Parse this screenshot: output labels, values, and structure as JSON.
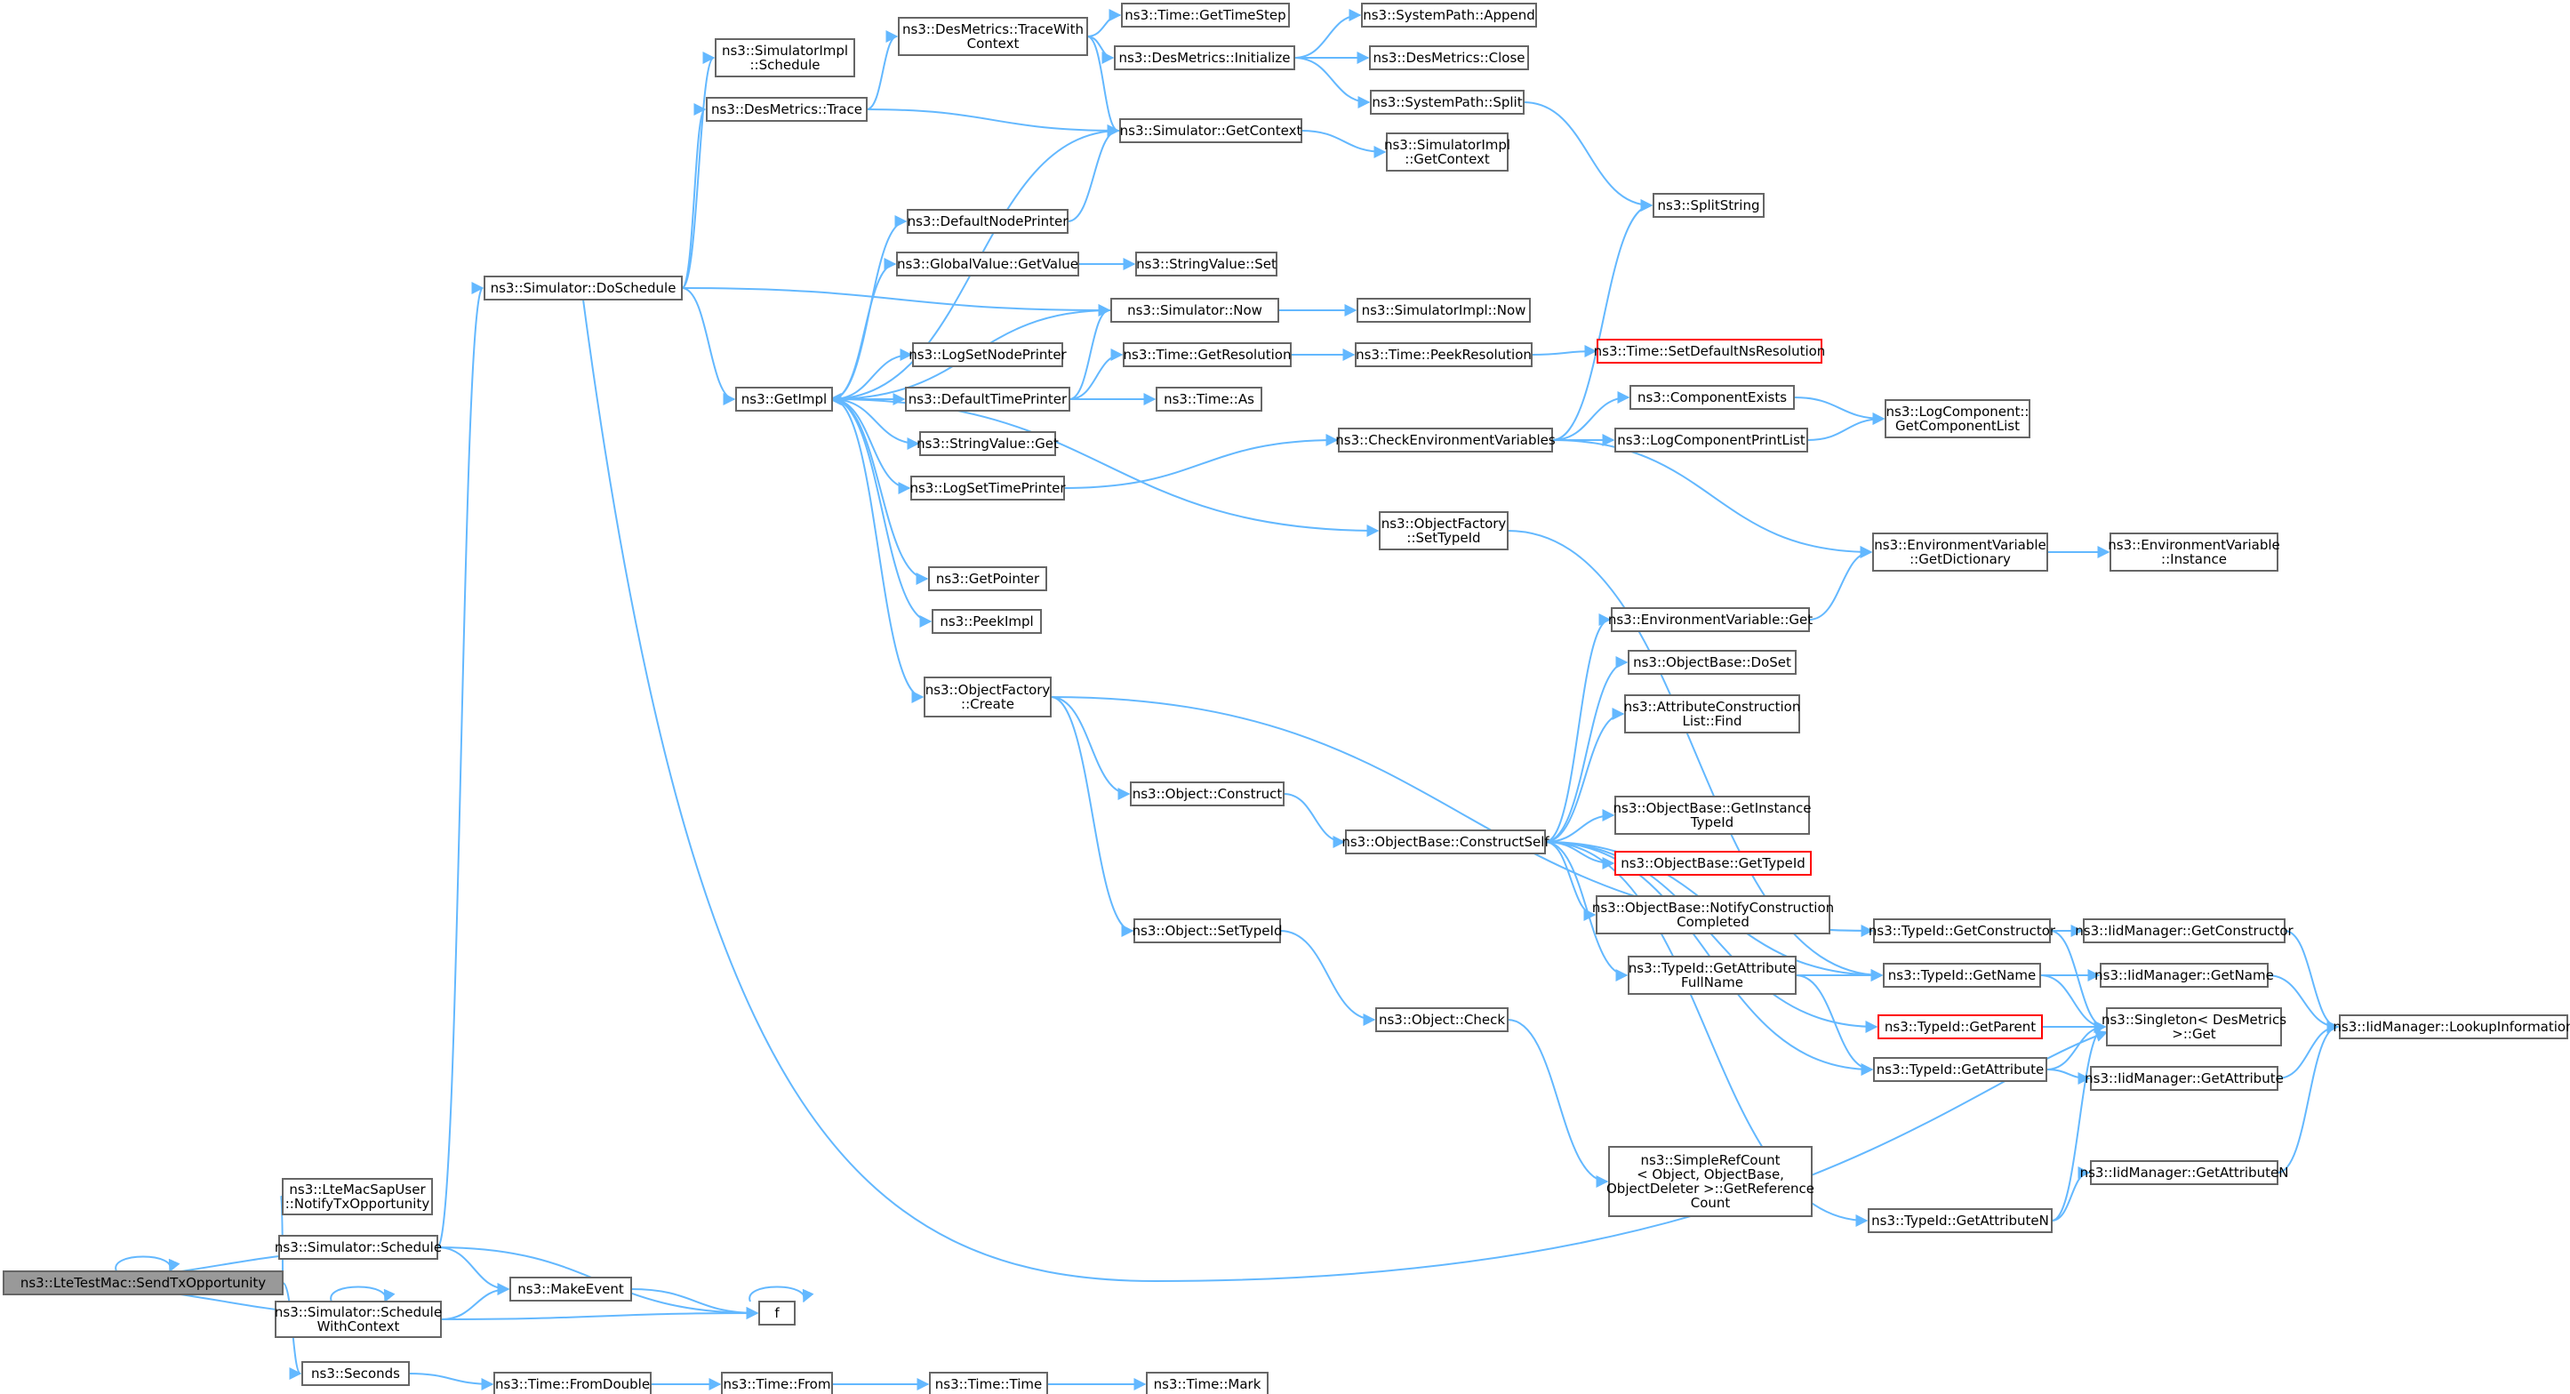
{
  "graph": {
    "nodes": [
      {
        "id": "root",
        "lines": [
          "ns3::LteTestMac::SendTxOpportunity"
        ],
        "style": "root"
      },
      {
        "id": "lteMacSap",
        "lines": [
          "ns3::LteMacSapUser",
          "::NotifyTxOpportunity"
        ]
      },
      {
        "id": "simSchedule",
        "lines": [
          "ns3::Simulator::Schedule"
        ]
      },
      {
        "id": "simScheduleWC",
        "lines": [
          "ns3::Simulator::Schedule",
          "WithContext"
        ]
      },
      {
        "id": "seconds",
        "lines": [
          "ns3::Seconds"
        ]
      },
      {
        "id": "doSchedule",
        "lines": [
          "ns3::Simulator::DoSchedule"
        ]
      },
      {
        "id": "makeEvent",
        "lines": [
          "ns3::MakeEvent"
        ]
      },
      {
        "id": "f",
        "lines": [
          "f"
        ]
      },
      {
        "id": "fromDouble",
        "lines": [
          "ns3::Time::FromDouble"
        ]
      },
      {
        "id": "timeFrom",
        "lines": [
          "ns3::Time::From"
        ]
      },
      {
        "id": "timeTime",
        "lines": [
          "ns3::Time::Time"
        ]
      },
      {
        "id": "timeMark",
        "lines": [
          "ns3::Time::Mark"
        ]
      },
      {
        "id": "simImplSchedule",
        "lines": [
          "ns3::SimulatorImpl",
          "::Schedule"
        ]
      },
      {
        "id": "desTrace",
        "lines": [
          "ns3::DesMetrics::Trace"
        ]
      },
      {
        "id": "getImpl",
        "lines": [
          "ns3::GetImpl"
        ]
      },
      {
        "id": "desTraceWith",
        "lines": [
          "ns3::DesMetrics::TraceWith",
          "Context"
        ]
      },
      {
        "id": "simGetContext",
        "lines": [
          "ns3::Simulator::GetContext"
        ]
      },
      {
        "id": "getTimeStep",
        "lines": [
          "ns3::Time::GetTimeStep"
        ]
      },
      {
        "id": "desInit",
        "lines": [
          "ns3::DesMetrics::Initialize"
        ]
      },
      {
        "id": "pathAppend",
        "lines": [
          "ns3::SystemPath::Append"
        ]
      },
      {
        "id": "desClose",
        "lines": [
          "ns3::DesMetrics::Close"
        ]
      },
      {
        "id": "pathSplit",
        "lines": [
          "ns3::SystemPath::Split"
        ]
      },
      {
        "id": "splitString",
        "lines": [
          "ns3::SplitString"
        ]
      },
      {
        "id": "implGetContext",
        "lines": [
          "ns3::SimulatorImpl",
          "::GetContext"
        ]
      },
      {
        "id": "defNodePrinter",
        "lines": [
          "ns3::DefaultNodePrinter"
        ]
      },
      {
        "id": "gvGetValue",
        "lines": [
          "ns3::GlobalValue::GetValue"
        ]
      },
      {
        "id": "svSet",
        "lines": [
          "ns3::StringValue::Set"
        ]
      },
      {
        "id": "simNow",
        "lines": [
          "ns3::Simulator::Now"
        ]
      },
      {
        "id": "implNow",
        "lines": [
          "ns3::SimulatorImpl::Now"
        ]
      },
      {
        "id": "logSetNode",
        "lines": [
          "ns3::LogSetNodePrinter"
        ]
      },
      {
        "id": "defTimePrinter",
        "lines": [
          "ns3::DefaultTimePrinter"
        ]
      },
      {
        "id": "getResolution",
        "lines": [
          "ns3::Time::GetResolution"
        ]
      },
      {
        "id": "peekResolution",
        "lines": [
          "ns3::Time::PeekResolution"
        ]
      },
      {
        "id": "setDefaultNs",
        "lines": [
          "ns3::Time::SetDefaultNsResolution"
        ],
        "style": "red"
      },
      {
        "id": "timeAs",
        "lines": [
          "ns3::Time::As"
        ]
      },
      {
        "id": "svGet",
        "lines": [
          "ns3::StringValue::Get"
        ]
      },
      {
        "id": "logSetTime",
        "lines": [
          "ns3::LogSetTimePrinter"
        ]
      },
      {
        "id": "checkEnv",
        "lines": [
          "ns3::CheckEnvironmentVariables"
        ]
      },
      {
        "id": "compExists",
        "lines": [
          "ns3::ComponentExists"
        ]
      },
      {
        "id": "logCompPrint",
        "lines": [
          "ns3::LogComponentPrintList"
        ]
      },
      {
        "id": "getCompList",
        "lines": [
          "ns3::LogComponent::",
          "GetComponentList"
        ]
      },
      {
        "id": "ofSetTypeId",
        "lines": [
          "ns3::ObjectFactory",
          "::SetTypeId"
        ]
      },
      {
        "id": "envGetDict",
        "lines": [
          "ns3::EnvironmentVariable",
          "::GetDictionary"
        ]
      },
      {
        "id": "envInstance",
        "lines": [
          "ns3::EnvironmentVariable",
          "::Instance"
        ]
      },
      {
        "id": "getPointer",
        "lines": [
          "ns3::GetPointer"
        ]
      },
      {
        "id": "peekImpl",
        "lines": [
          "ns3::PeekImpl"
        ]
      },
      {
        "id": "envGet",
        "lines": [
          "ns3::EnvironmentVariable::Get"
        ]
      },
      {
        "id": "ofCreate",
        "lines": [
          "ns3::ObjectFactory",
          "::Create"
        ]
      },
      {
        "id": "obDoSet",
        "lines": [
          "ns3::ObjectBase::DoSet"
        ]
      },
      {
        "id": "acFind",
        "lines": [
          "ns3::AttributeConstruction",
          "List::Find"
        ]
      },
      {
        "id": "objConstruct",
        "lines": [
          "ns3::Object::Construct"
        ]
      },
      {
        "id": "obGetInstance",
        "lines": [
          "ns3::ObjectBase::GetInstance",
          "TypeId"
        ]
      },
      {
        "id": "obConstructSelf",
        "lines": [
          "ns3::ObjectBase::ConstructSelf"
        ]
      },
      {
        "id": "obGetTypeId",
        "lines": [
          "ns3::ObjectBase::GetTypeId"
        ],
        "style": "red"
      },
      {
        "id": "obNotify",
        "lines": [
          "ns3::ObjectBase::NotifyConstruction",
          "Completed"
        ]
      },
      {
        "id": "tidGetConstructor",
        "lines": [
          "ns3::TypeId::GetConstructor"
        ]
      },
      {
        "id": "iidGetConstructor",
        "lines": [
          "ns3::IidManager::GetConstructor"
        ]
      },
      {
        "id": "objSetTypeId",
        "lines": [
          "ns3::Object::SetTypeId"
        ]
      },
      {
        "id": "tidGetAttrFull",
        "lines": [
          "ns3::TypeId::GetAttribute",
          "FullName"
        ]
      },
      {
        "id": "tidGetName",
        "lines": [
          "ns3::TypeId::GetName"
        ]
      },
      {
        "id": "iidGetName",
        "lines": [
          "ns3::IidManager::GetName"
        ]
      },
      {
        "id": "singletonGet",
        "lines": [
          "ns3::Singleton< DesMetrics",
          ">::Get"
        ]
      },
      {
        "id": "iidLookup",
        "lines": [
          "ns3::IidManager::LookupInformation"
        ]
      },
      {
        "id": "objCheck",
        "lines": [
          "ns3::Object::Check"
        ]
      },
      {
        "id": "tidGetParent",
        "lines": [
          "ns3::TypeId::GetParent"
        ],
        "style": "red"
      },
      {
        "id": "tidGetAttribute",
        "lines": [
          "ns3::TypeId::GetAttribute"
        ]
      },
      {
        "id": "iidGetAttribute",
        "lines": [
          "ns3::IidManager::GetAttribute"
        ]
      },
      {
        "id": "iidGetAttributeN",
        "lines": [
          "ns3::IidManager::GetAttributeN"
        ]
      },
      {
        "id": "simpleRefCount",
        "lines": [
          "ns3::SimpleRefCount",
          "< Object, ObjectBase,",
          "ObjectDeleter >::GetReference",
          "Count"
        ]
      },
      {
        "id": "tidGetAttributeN",
        "lines": [
          "ns3::TypeId::GetAttributeN"
        ]
      }
    ]
  }
}
